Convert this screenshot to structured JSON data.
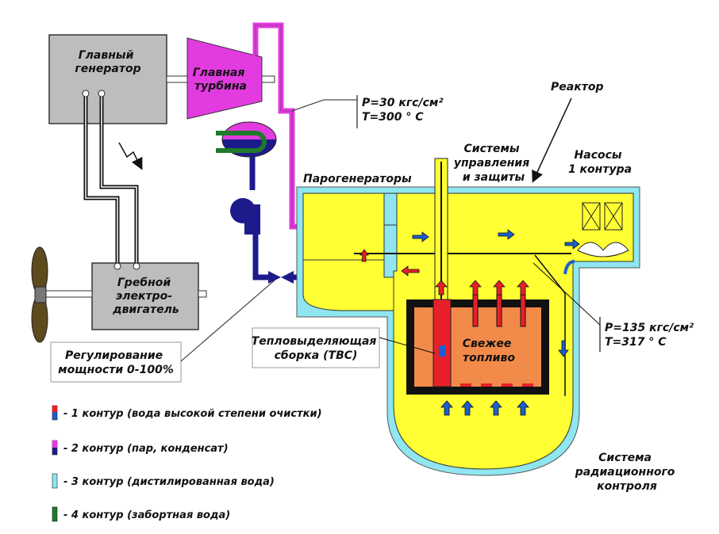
{
  "labels": {
    "main_generator": [
      "Главный",
      "генератор"
    ],
    "main_turbine": [
      "Главная",
      "турбина"
    ],
    "turbine_params": [
      "P=30 кгс/см²",
      "T=300 ° C"
    ],
    "reactor": "Реактор",
    "control_systems": [
      "Системы",
      "управления",
      "и защиты"
    ],
    "pumps": [
      "Насосы",
      "1 контура"
    ],
    "steam_generators": "Парогенераторы",
    "propulsion_motor": [
      "Гребной",
      "электро-",
      "двигатель"
    ],
    "power_regulation": [
      "Регулирование",
      "мощности 0-100%"
    ],
    "fuel_assembly": [
      "Тепловыделяющая",
      "сборка (ТВС)"
    ],
    "fresh_fuel": [
      "Свежее",
      "топливо"
    ],
    "reactor_params": [
      "P=135 кгс/см²",
      "T=317 ° C"
    ],
    "radiation_control": [
      "Система",
      "радиационного",
      "контроля"
    ]
  },
  "legend": [
    {
      "text": "- 1 контур (вода высокой степени очистки)",
      "colors": [
        "#e8202a",
        "#1a5fd0"
      ]
    },
    {
      "text": "- 2 контур (пар, конденсат)",
      "colors": [
        "#e23be0",
        "#1d1b8c"
      ]
    },
    {
      "text": "- 3 контур (дистилированная вода)",
      "colors": [
        "#8fe6f0",
        "#8fe6f0"
      ]
    },
    {
      "text": "- 4 контур (забортная вода)",
      "colors": [
        "#1f7a2a",
        "#1f7a2a"
      ]
    }
  ],
  "colors": {
    "reactor_fill": "#ffff33",
    "shell": "#8fe6f0",
    "fuel": "#f28a4a",
    "loop1_red": "#e8202a",
    "loop1_blue": "#1a5fd0",
    "loop2_magenta": "#e23be0",
    "loop2_navy": "#1d1b8c",
    "equipment_gray": "#bdbdbd"
  }
}
